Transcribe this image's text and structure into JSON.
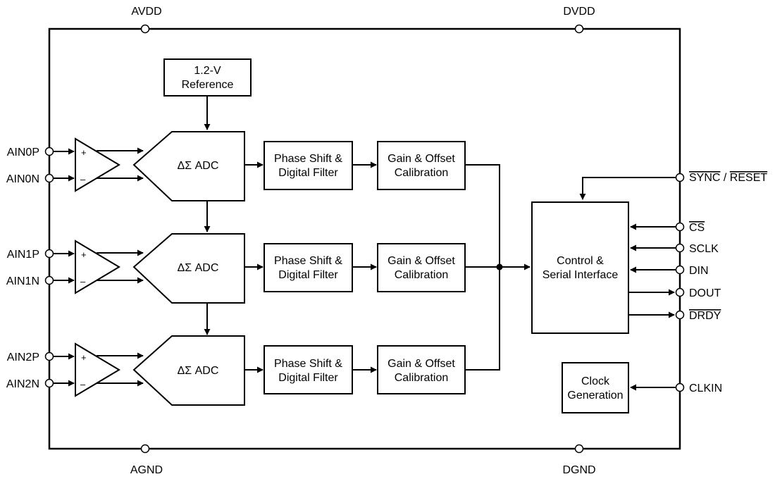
{
  "power": {
    "avdd": "AVDD",
    "dvdd": "DVDD",
    "agnd": "AGND",
    "dgnd": "DGND"
  },
  "reference": {
    "line1": "1.2-V",
    "line2": "Reference"
  },
  "channels": [
    {
      "pos": "AIN0P",
      "neg": "AIN0N",
      "adc": "ΔΣ ADC",
      "filter1": "Phase Shift &",
      "filter2": "Digital Filter",
      "cal1": "Gain & Offset",
      "cal2": "Calibration"
    },
    {
      "pos": "AIN1P",
      "neg": "AIN1N",
      "adc": "ΔΣ ADC",
      "filter1": "Phase Shift &",
      "filter2": "Digital Filter",
      "cal1": "Gain & Offset",
      "cal2": "Calibration"
    },
    {
      "pos": "AIN2P",
      "neg": "AIN2N",
      "adc": "ΔΣ ADC",
      "filter1": "Phase Shift &",
      "filter2": "Digital Filter",
      "cal1": "Gain & Offset",
      "cal2": "Calibration"
    }
  ],
  "amp": {
    "plus": "+",
    "minus": "–"
  },
  "control": {
    "line1": "Control &",
    "line2": "Serial Interface"
  },
  "clock": {
    "line1": "Clock",
    "line2": "Generation"
  },
  "pins": {
    "sync": "SYNC",
    "slash": " / ",
    "reset": "RESET",
    "cs": "CS",
    "sclk": "SCLK",
    "din": "DIN",
    "dout": "DOUT",
    "drdy": "DRDY",
    "clkin": "CLKIN"
  }
}
